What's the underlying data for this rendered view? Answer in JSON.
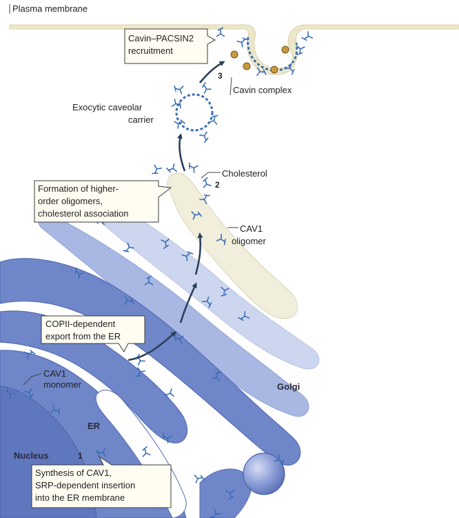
{
  "labels": {
    "plasma_membrane": "Plasma membrane",
    "cavin_pacsin2": [
      "Cavin–PACSIN2",
      "recruitment"
    ],
    "step3": "3",
    "cavin_complex": "Cavin complex",
    "exocytic_carrier": [
      "Exocytic caveolar",
      "carrier"
    ],
    "cholesterol": "Cholesterol",
    "step2": "2",
    "formation": [
      "Formation of higher-",
      "order oligomers,",
      "cholesterol association"
    ],
    "cav1_oligomer": [
      "CAV1",
      "oligomer"
    ],
    "copii": [
      "COPII-dependent",
      "export from the ER"
    ],
    "cav1_monomer": [
      "CAV1",
      "monomer"
    ],
    "golgi": "Golgi",
    "er": "ER",
    "nucleus": "Nucleus",
    "step1": "1",
    "synthesis": [
      "Synthesis of CAV1,",
      "SRP-dependent insertion",
      "into the ER membrane"
    ]
  },
  "colors": {
    "er": "#6f86c9",
    "er_dark": "#546cb3",
    "golgi_pale": "#dfe4f3",
    "golgi_cream": "#f3f0dc",
    "golgi_mid": "#b3c0e3",
    "arrow": "#2b3f5c",
    "cav1": "#3a6db5",
    "cavin": "#c89a3c",
    "membrane": "#ebe6c8"
  }
}
